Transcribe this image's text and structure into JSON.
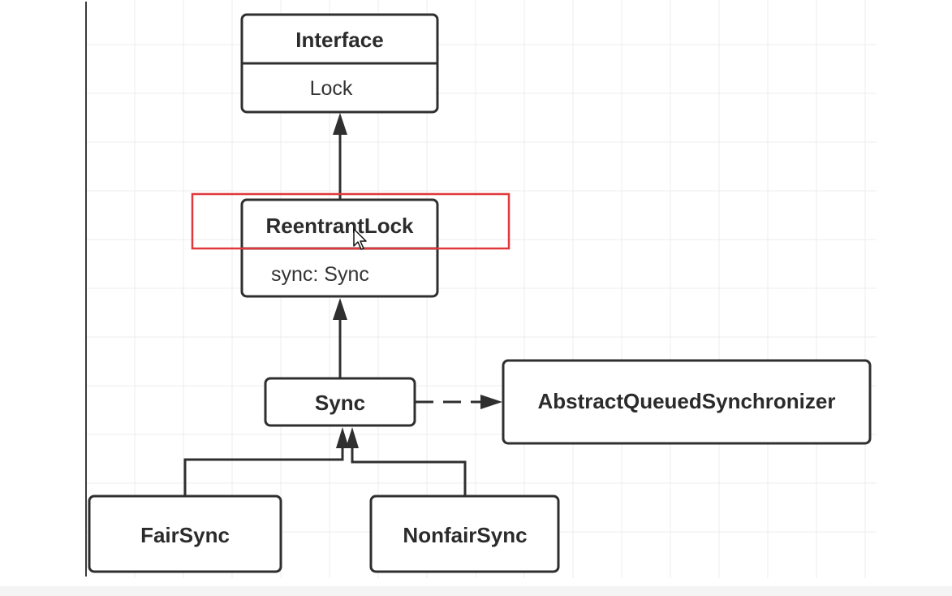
{
  "diagram": {
    "nodes": {
      "lock": {
        "title": "Interface",
        "attr": "Lock"
      },
      "reentrant": {
        "title": "ReentrantLock",
        "attr": "sync: Sync"
      },
      "sync": {
        "title": "Sync"
      },
      "aqs": {
        "title": "AbstractQueuedSynchronizer"
      },
      "fair": {
        "title": "FairSync"
      },
      "nonfair": {
        "title": "NonfairSync"
      }
    },
    "edges": [
      {
        "from": "reentrant",
        "to": "lock",
        "style": "solid"
      },
      {
        "from": "sync",
        "to": "reentrant",
        "style": "solid"
      },
      {
        "from": "sync",
        "to": "aqs",
        "style": "dashed"
      },
      {
        "from": "fair",
        "to": "sync",
        "style": "solid"
      },
      {
        "from": "nonfair",
        "to": "sync",
        "style": "solid"
      }
    ],
    "highlight": {
      "target": "reentrant",
      "color": "#e0383b"
    }
  },
  "colors": {
    "stroke": "#2f2f2f",
    "highlight": "#e0383b",
    "grid": "#ececec"
  }
}
